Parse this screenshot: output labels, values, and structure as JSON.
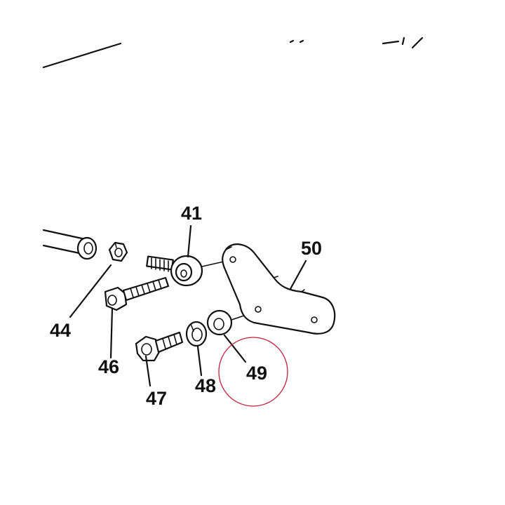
{
  "diagram": {
    "callouts": {
      "c41": "41",
      "c44": "44",
      "c46": "46",
      "c47": "47",
      "c48": "48",
      "c49": "49",
      "c50": "50"
    },
    "highlight_color": "#c0203a"
  }
}
